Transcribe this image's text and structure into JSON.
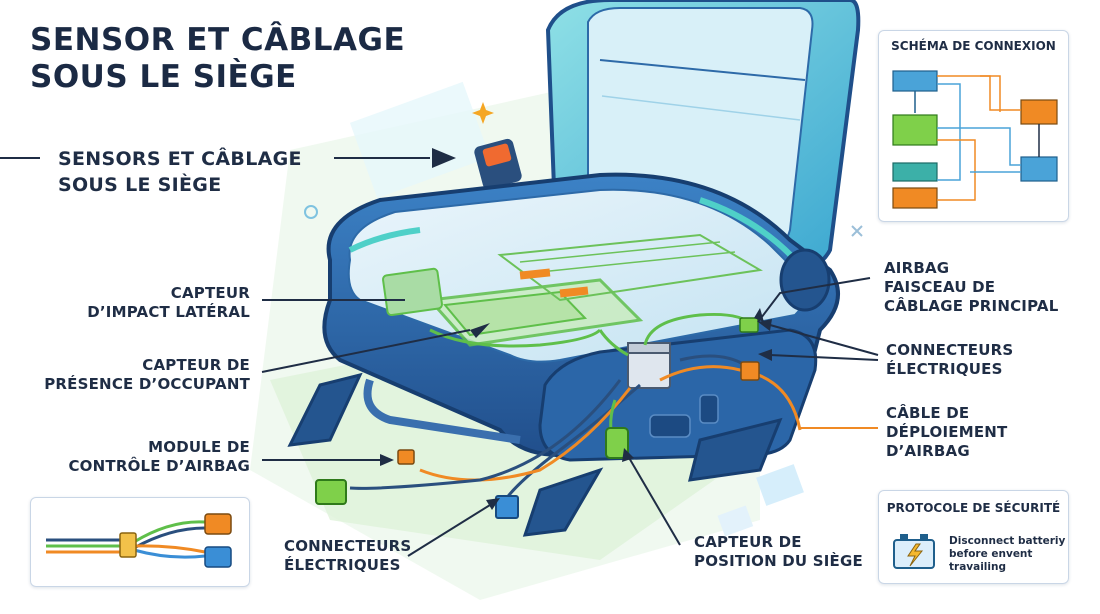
{
  "title": "SENSOR ET CÂBLAGE\nSOUS LE SIÈGE",
  "subtitle": "SENSORS ET CÂBLAGE\nSOUS LE SIÈGE",
  "labels": {
    "impact": "CAPTEUR\nD’IMPACT LATÉRAL",
    "presence": "CAPTEUR DE\nPRÉSENCE D’OCCUPANT",
    "module": "MODULE DE\nCONTRÔLE D’AIRBAG",
    "connectors_bottom": "CONNECTEURS\nÉLECTRIQUES",
    "seat_position": "CAPTEUR DE\nPOSITION DU SIÈGE",
    "airbag_harness": "AIRBAG\nFAISCEAU DE\nCÂBLAGE PRINCIPAL",
    "connectors_right": "CONNECTEURS\nÉLECTRIQUES",
    "deploy_cable": "CÂBLE DE\nDÉPLOIEMENT\nD’AIRBAG"
  },
  "schema_panel": {
    "title": "SCHÉMA DE CONNEXION"
  },
  "protocol_panel": {
    "title": "PROTOCOLE DE SÉCURITÉ",
    "text": "Disconnect batteriy\nbefore envent\ntravailing"
  },
  "colors": {
    "seat_blue": "#2f74b8",
    "seat_teal": "#3cc0c8",
    "wire_green": "#5fbf4a",
    "wire_orange": "#f08a24",
    "text_dark": "#1b2a44"
  }
}
